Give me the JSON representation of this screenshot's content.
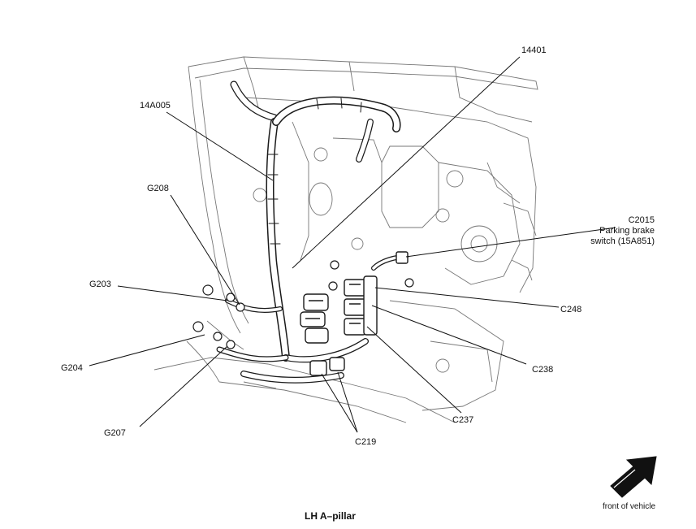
{
  "callouts": {
    "c14401": "14401",
    "c14a005": "14A005",
    "g208": "G208",
    "c2015": "C2015",
    "parking_brake_line1": "Parking brake",
    "parking_brake_line2": "switch (15A851)",
    "g203": "G203",
    "c248": "C248",
    "c238": "C238",
    "g204": "G204",
    "c237": "C237",
    "g207": "G207",
    "c219": "C219"
  },
  "caption": "LH A–pillar",
  "orientation": {
    "label": "front of vehicle",
    "icon": "direction-arrow-icon"
  },
  "colors": {
    "line": "#1a1a1a",
    "sheetmetal": "#6a6a6a",
    "arrow_fill": "#111111"
  }
}
